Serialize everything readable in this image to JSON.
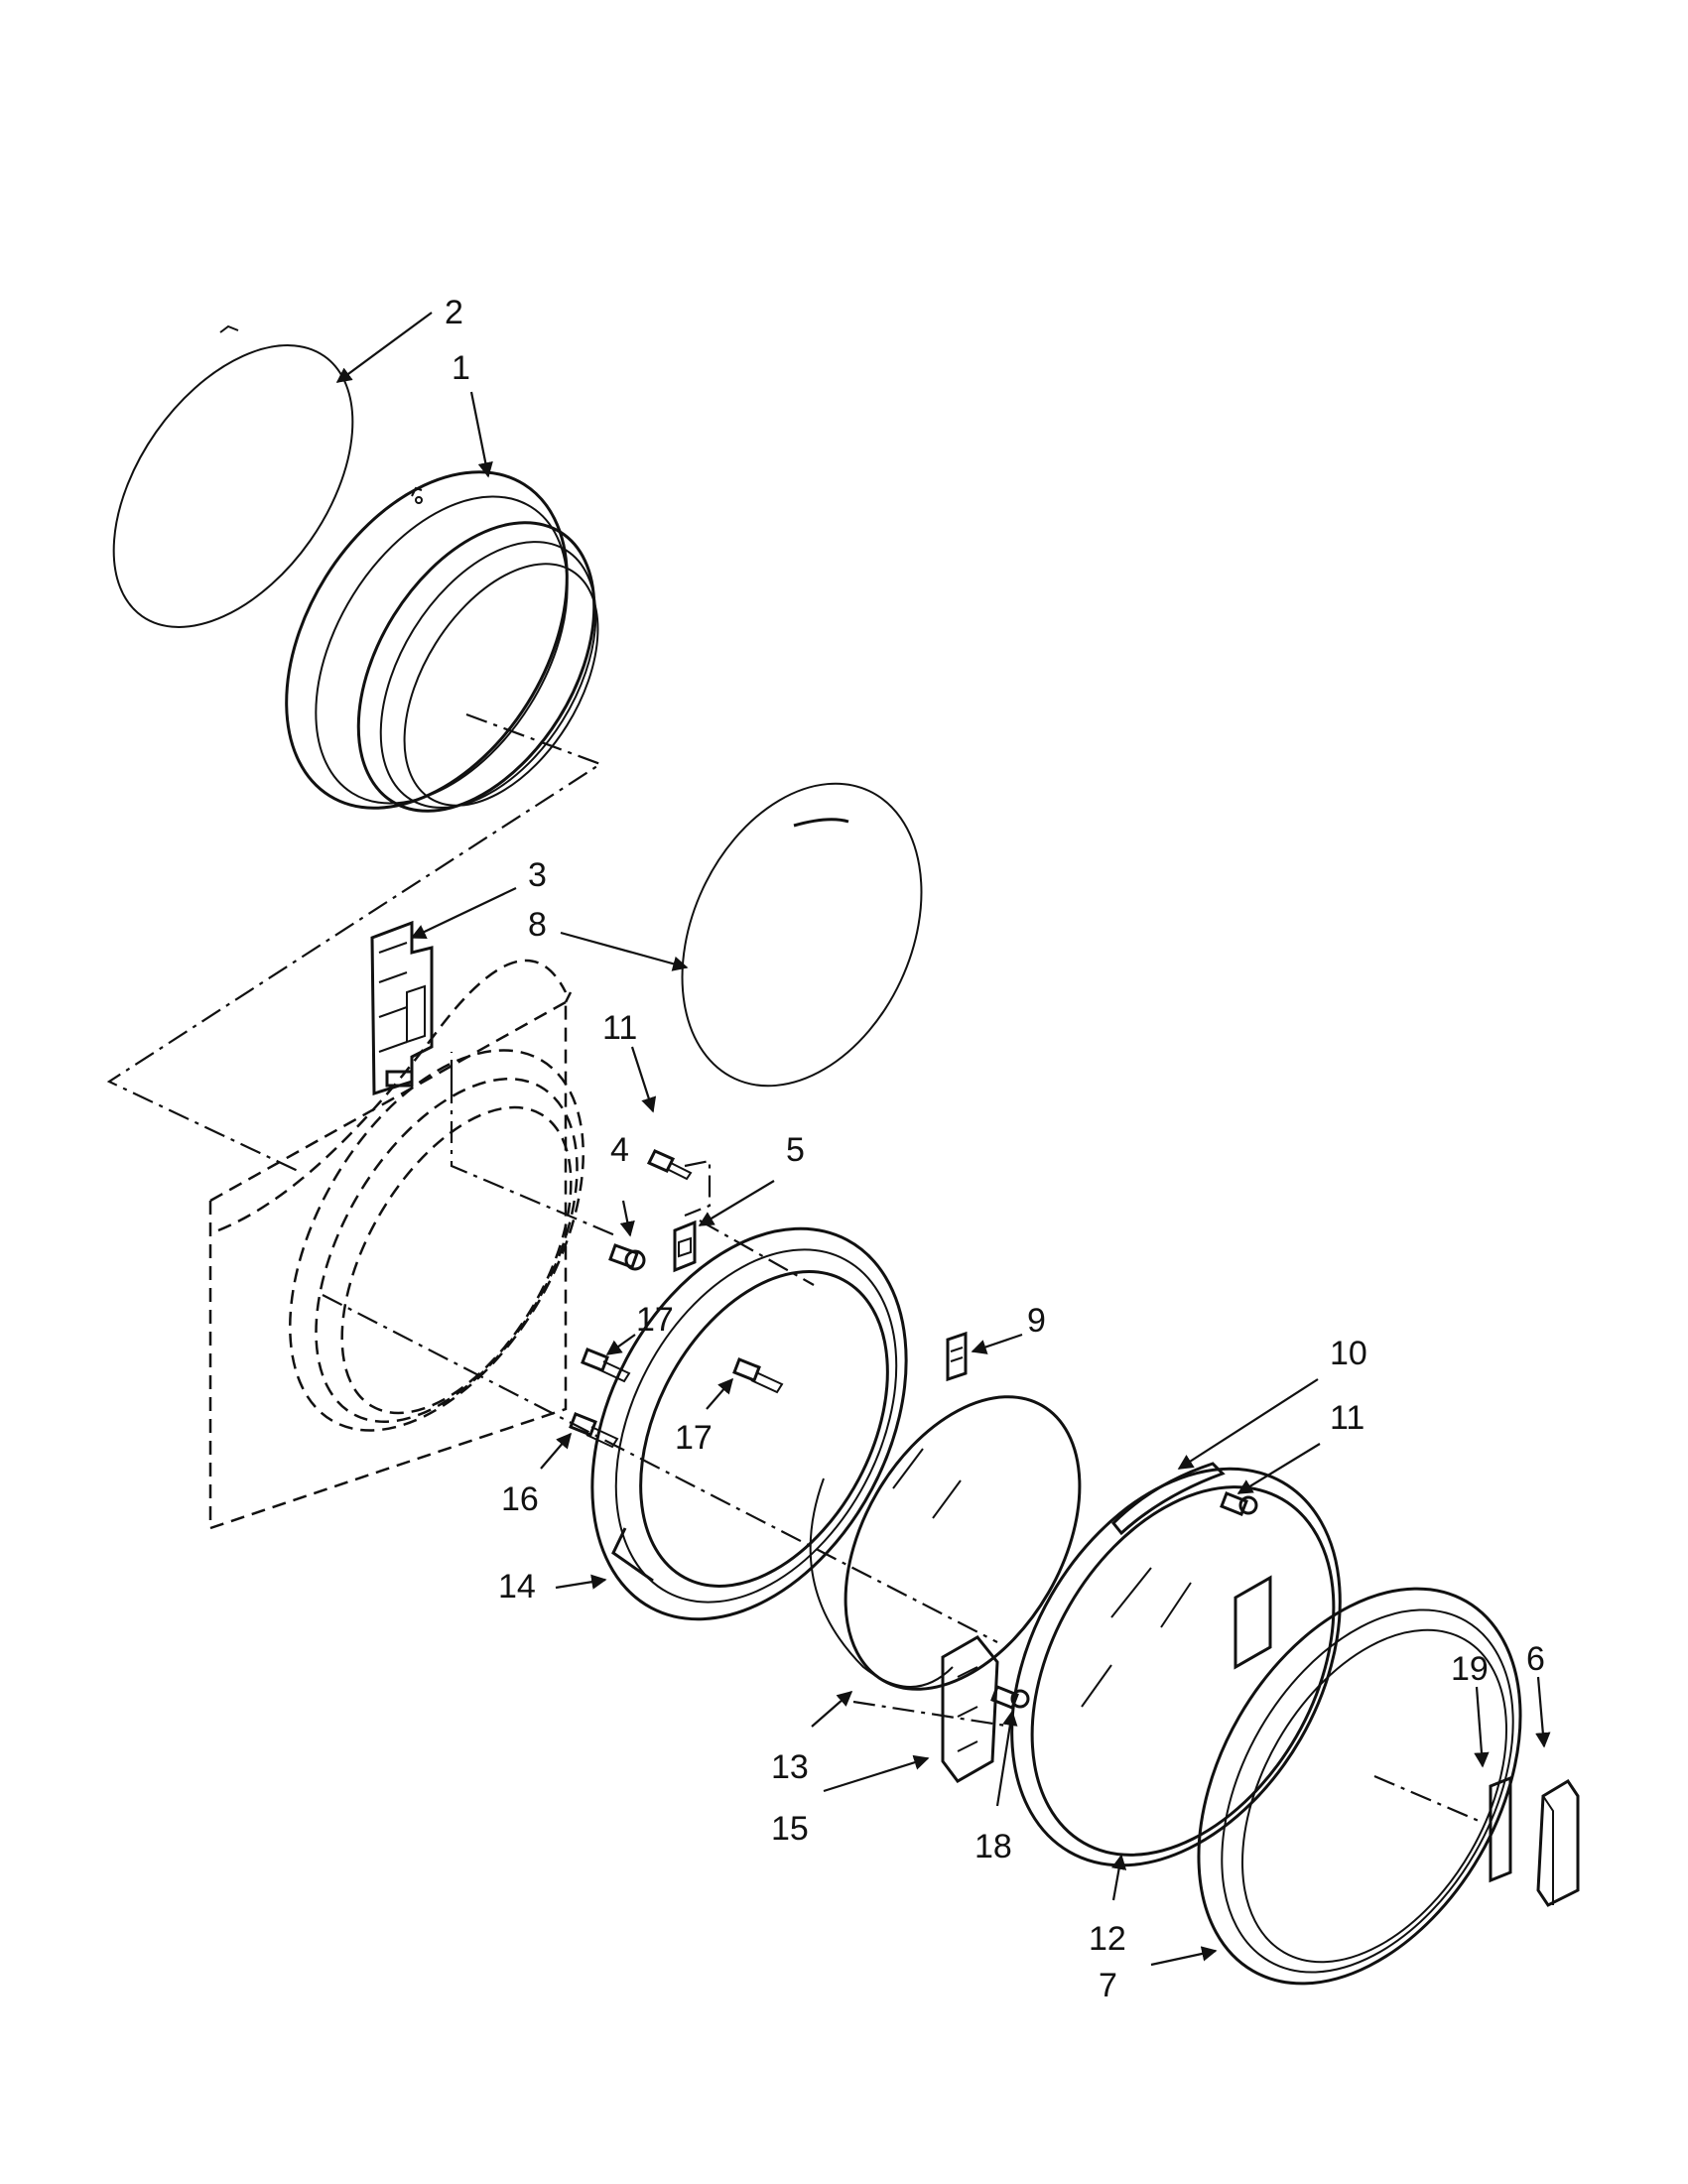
{
  "callouts": [
    {
      "label": "2"
    },
    {
      "label": "1"
    },
    {
      "label": "3"
    },
    {
      "label": "8"
    },
    {
      "label": "11"
    },
    {
      "label": "4"
    },
    {
      "label": "5"
    },
    {
      "label": "17"
    },
    {
      "label": "17"
    },
    {
      "label": "16"
    },
    {
      "label": "9"
    },
    {
      "label": "10"
    },
    {
      "label": "11"
    },
    {
      "label": "14"
    },
    {
      "label": "13"
    },
    {
      "label": "15"
    },
    {
      "label": "18"
    },
    {
      "label": "19"
    },
    {
      "label": "6"
    },
    {
      "label": "12"
    },
    {
      "label": "7"
    }
  ]
}
